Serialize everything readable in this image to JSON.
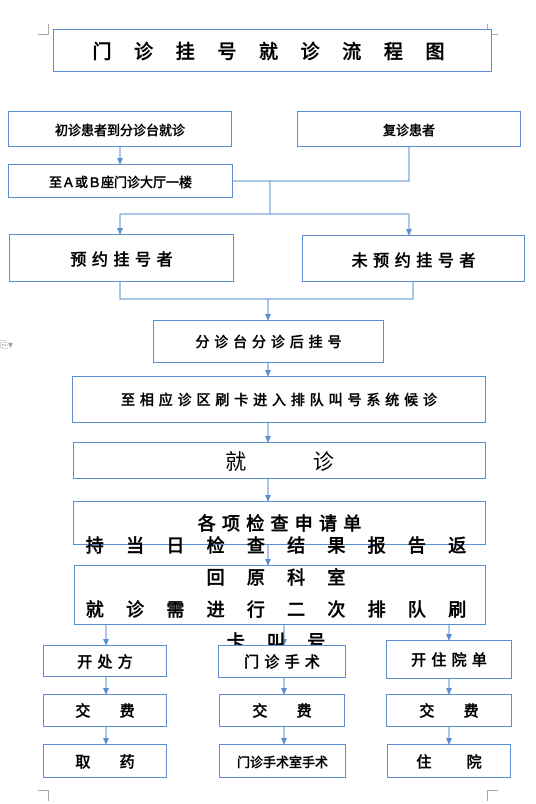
{
  "title": "门 诊 挂 号 就 诊 流 程 图",
  "nodes": {
    "first_visit": "初诊患者到分诊台就诊",
    "return_visit": "复诊患者",
    "go_to_hall": "至Ａ或Ｂ座门诊大厅一楼",
    "booked": "预 约 挂 号 者",
    "not_booked": "未 预 约 挂 号 者",
    "triage_register": "分 诊 台 分 诊 后 挂 号",
    "queue_system": "至 相 应 诊 区 刷 卡 进 入 排 队 叫 号 系 统 候 诊",
    "consult": "就 诊",
    "exam_form": "各 项 检 查 申 请 单",
    "return_line1": "持 当 日 检 查 结 果 报 告 返 回 原 科 室",
    "return_line2": "就 诊 需 进 行 二 次 排 队  刷 卡 叫 号",
    "prescription": "开 处 方",
    "surgery": "门 诊 手 术",
    "admission_form": "开 住 院 单",
    "pay1": "交 费",
    "pay2": "交 费",
    "pay3": "交 费",
    "get_medicine": "取 药",
    "surgery_room": "门诊手术室手术",
    "hospitalize": "住 院"
  },
  "colors": {
    "border": "#5b8fd1",
    "arrow": "#5b8fd1"
  }
}
